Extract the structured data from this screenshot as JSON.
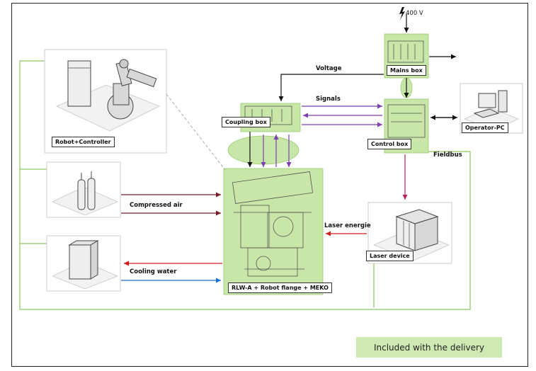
{
  "diagram": {
    "components": {
      "robot_controller": "Robot+Controller",
      "coupling_box": "Coupling box",
      "mains_box": "Mains box",
      "control_box": "Control box",
      "operator_pc": "Operator-PC",
      "laser_device": "Laser device",
      "rlw": "RLW-A + Robot flange + MEKO"
    },
    "connections": {
      "voltage": "Voltage",
      "signals": "Signals",
      "compressed_air": "Compressed air",
      "cooling_water": "Cooling water",
      "laser_energie": "Laser energie",
      "fieldbus": "Fieldbus",
      "supply_voltage": "400 V"
    },
    "legend": "Included with the delivery"
  },
  "colors": {
    "included_fill": "#c8e6a8",
    "signal_line": "#7a3fb0",
    "air_line": "#7a1a2a",
    "cooling_out": "#d01c1c",
    "cooling_in": "#1a6fd0",
    "laser_line": "#b8205a",
    "frame_line": "#8cc760"
  }
}
